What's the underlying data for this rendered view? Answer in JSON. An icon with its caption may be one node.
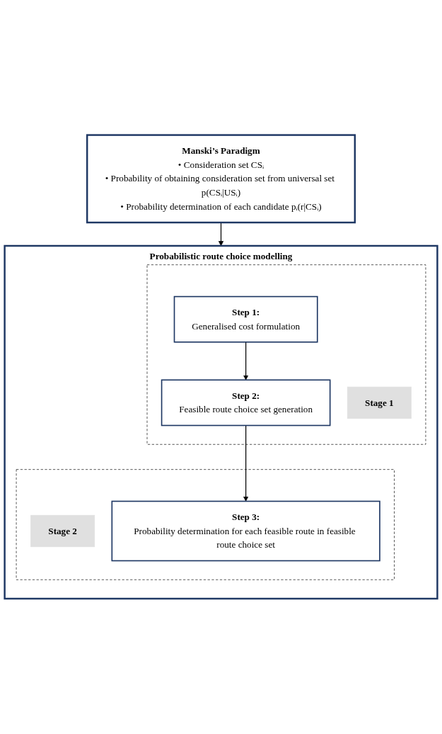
{
  "diagram": {
    "nodes": [
      {
        "text": [
          "Manski’s Paradigm",
          "• Consideration set CSᵢ",
          "• Probability of obtaining consideration set from universal set p(CSᵢ|USᵢ)",
          "• Probability determination of each candidate pᵢ(r|CSᵢ)"
        ]
      },
      {
        "text": [
          "Probabilistic route choice modelling"
        ]
      },
      {
        "text": [],
        "shape": "box",
        "in": 1
      },
      {
        "text": [
          "Stage 1"
        ],
        "in": 2
      },
      {
        "text": [
          "Step 1:",
          "Generalised cost formulation"
        ],
        "in": 2
      },
      {
        "text": [
          "Step 2:",
          "Feasible route choice set generation"
        ],
        "in": 2
      },
      {
        "text": [],
        "shape": "box",
        "in": 1
      },
      {
        "text": [
          "Stage 2"
        ],
        "in": 6
      },
      {
        "text": [
          "Step 3:",
          "Probability determination for each feasible route in feasible route choice set"
        ],
        "in": 6
      }
    ],
    "edges": [
      {
        "from": 0,
        "to": 1,
        "arrow": "to"
      },
      {
        "from": 4,
        "to": 5,
        "arrow": "to"
      },
      {
        "from": 5,
        "to": 8,
        "arrow": "to"
      }
    ]
  }
}
